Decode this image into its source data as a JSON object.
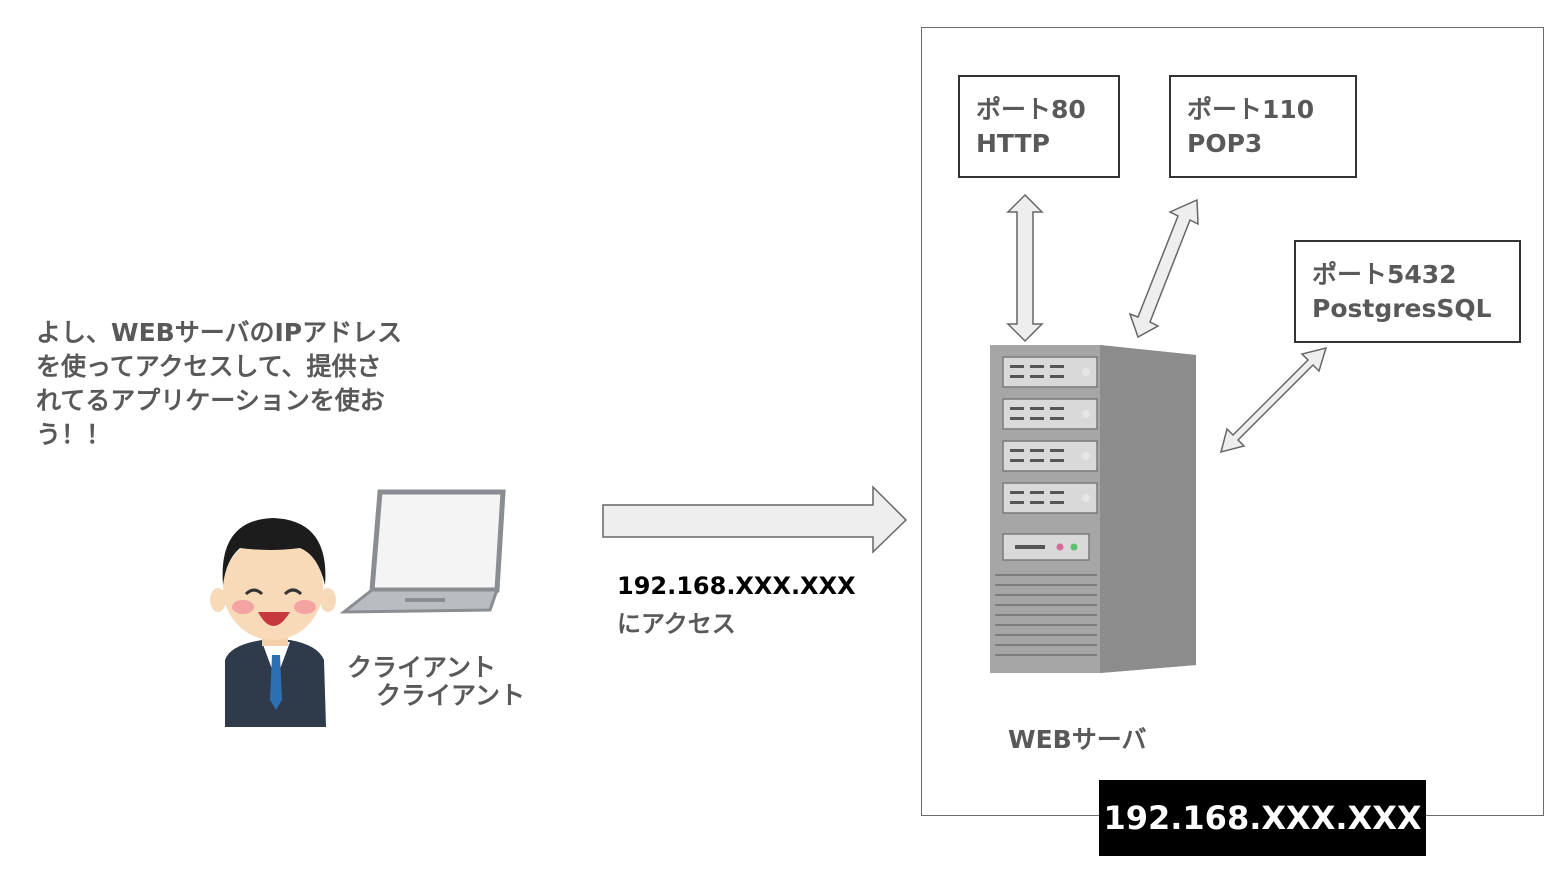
{
  "client": {
    "speech": [
      "よし、WEBサーバのIPアドレス",
      "を使ってアクセスして、提供さ",
      "れてるアプリケーションを使お",
      "う！！"
    ],
    "label_line1": "クライアント",
    "label_line2": "クライアント"
  },
  "access": {
    "ip": "192.168.XXX.XXX",
    "action": "にアクセス"
  },
  "server": {
    "label": "WEBサーバ",
    "ip": "192.168.XXX.XXX",
    "ports": [
      {
        "line1": "ポート80",
        "line2": "HTTP"
      },
      {
        "line1": "ポート110",
        "line2": "POP3"
      },
      {
        "line1": "ポート5432",
        "line2": "PostgresSQL"
      }
    ]
  },
  "colors": {
    "text": "#595959",
    "arrow_fill": "#eeeeee",
    "arrow_stroke": "#666666",
    "badge_bg": "#000000"
  }
}
